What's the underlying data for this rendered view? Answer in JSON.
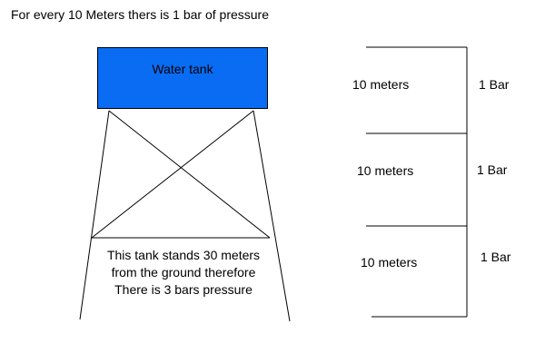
{
  "heading": "For every 10 Meters thers is 1 bar of pressure",
  "tank": {
    "label": "Water tank",
    "color": "#0a6cf2"
  },
  "caption": [
    "This tank stands 30 meters",
    "from the ground therefore",
    "There is 3 bars pressure"
  ],
  "segments": [
    {
      "height_label": "10 meters",
      "pressure_label": "1 Bar"
    },
    {
      "height_label": "10 meters",
      "pressure_label": "1 Bar"
    },
    {
      "height_label": "10 meters",
      "pressure_label": "1 Bar"
    }
  ]
}
